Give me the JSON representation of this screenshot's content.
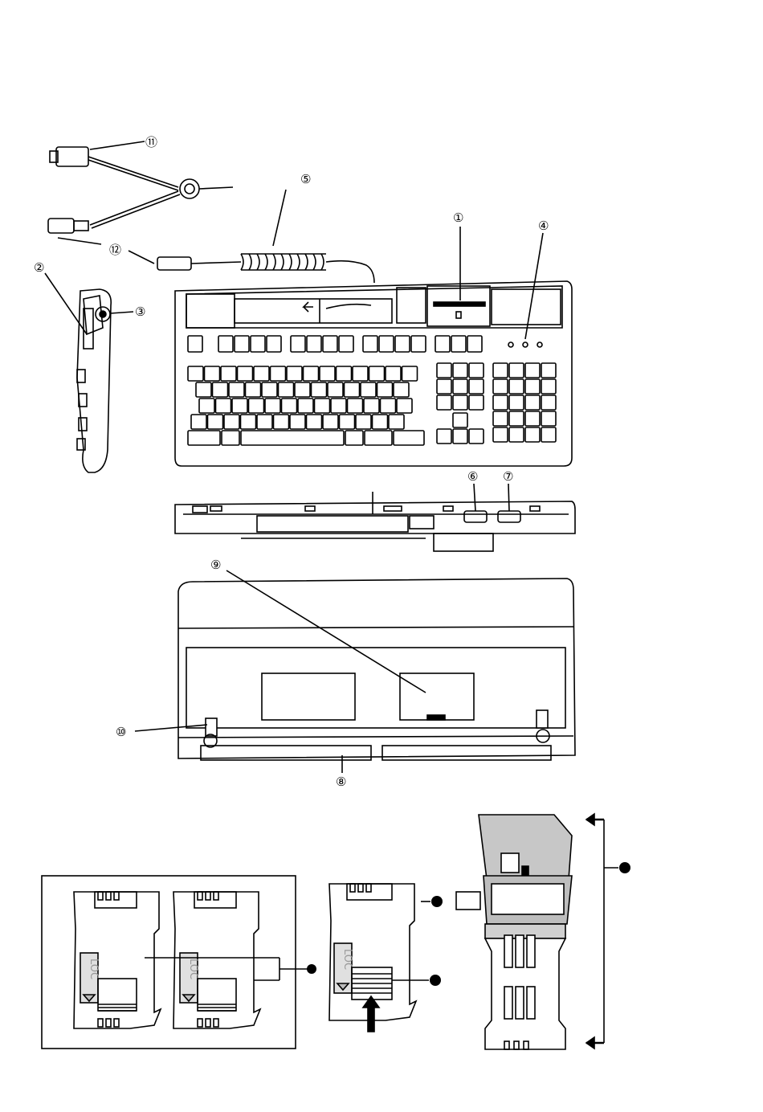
{
  "callouts": {
    "c1": "①",
    "c2": "②",
    "c3": "③",
    "c4": "④",
    "c5": "⑤",
    "c6": "⑥",
    "c7": "⑦",
    "c8": "⑧",
    "c9": "⑨",
    "c10": "⑩",
    "c11": "⑪",
    "c12": "⑫"
  },
  "card_slot_labels": {
    "lock_a": "LOC",
    "lock_b": "LOC",
    "lock_c": "LOC"
  },
  "colors": {
    "line": "#000000",
    "shade": "#bdbdbd",
    "light_shade": "#d9d9d9"
  }
}
